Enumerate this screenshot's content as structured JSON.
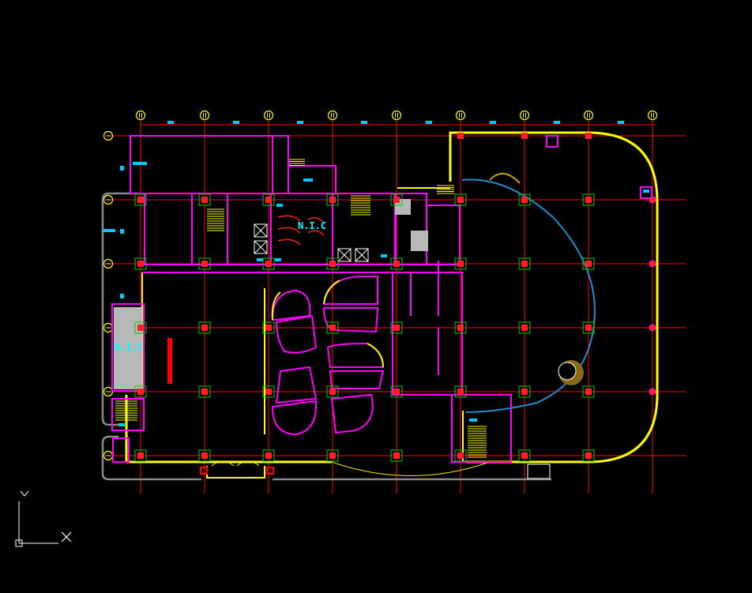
{
  "drawing": {
    "room_labels": [
      "N.I.C",
      "N.I.C"
    ]
  },
  "ucs_icon": {
    "y_label": "Y",
    "x_label": "X"
  },
  "colors": {
    "background": "#000000",
    "grid": "#ff0000",
    "outer_wall": "#ffff00",
    "inner_wall": "#ff00ff",
    "fixture": "#00ffff",
    "curtain_wall": "#1e8fd0",
    "column": "#00ff00",
    "sill": "#808080"
  }
}
